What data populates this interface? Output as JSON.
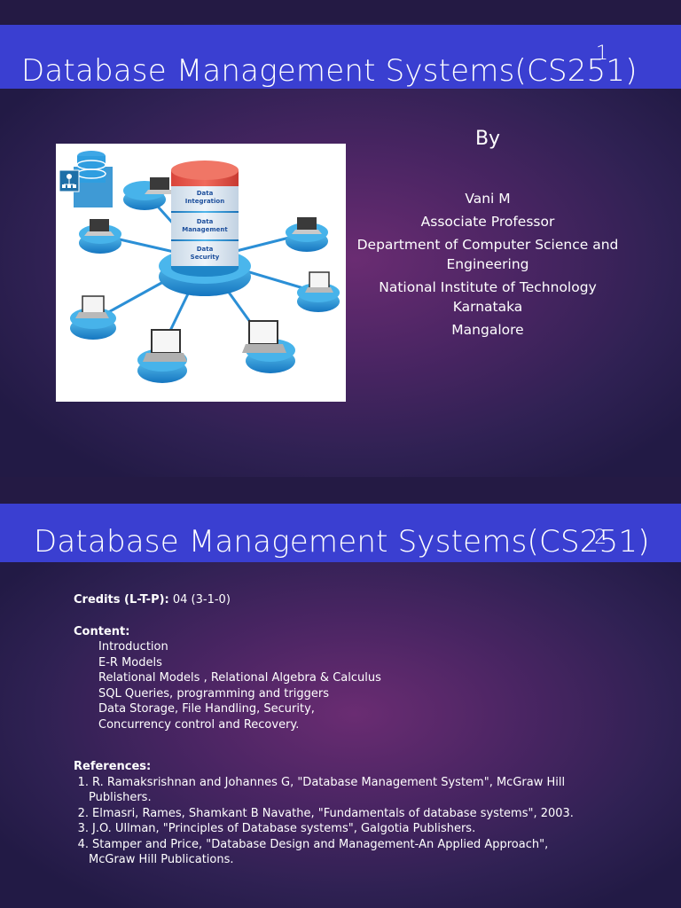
{
  "slide1": {
    "title": "Database Management Systems(CS251)",
    "slide_number": "1",
    "image_labels": {
      "layer1": "Data Integration",
      "layer2": "Data Management",
      "layer3": "Data Security"
    },
    "by": "By",
    "author_lines": [
      "Vani M",
      "Associate Professor",
      "Department of Computer Science and Engineering",
      "National Institute of Technology Karnataka",
      "Mangalore"
    ]
  },
  "slide2": {
    "title": "Database Management Systems(CS251)",
    "slide_number": "2",
    "credits_label": "Credits (L-T-P):",
    "credits_value": " 04 (3-1-0)",
    "content_label": "Content:",
    "content_items": [
      "Introduction",
      "E-R    Models",
      "Relational Models , Relational Algebra & Calculus",
      "SQL  Queries, programming  and  triggers",
      "Data  Storage,  File Handling,  Security,",
      "Concurrency control and Recovery."
    ],
    "references_label": "References:",
    "references": [
      {
        "num": "1.",
        "text": "R. Ramaksrishnan and Johannes G, \"Database Management System\",      McGraw Hill",
        "cont": "Publishers."
      },
      {
        "num": "2.",
        "text": "Elmasri, Rames, Shamkant B Navathe, \"Fundamentals of database systems\", 2003.",
        "cont": ""
      },
      {
        "num": "3.",
        "text": "J.O. Ullman, \"Principles of Database systems\", Galgotia Publishers.",
        "cont": ""
      },
      {
        "num": "4.",
        "text": "Stamper and Price, \"Database Design and Management-An Applied Approach\",",
        "cont": "McGraw Hill Publications."
      }
    ]
  },
  "colors": {
    "title_bar": "#3a3fd1",
    "background": "#4a2563",
    "text": "#ffffff"
  }
}
